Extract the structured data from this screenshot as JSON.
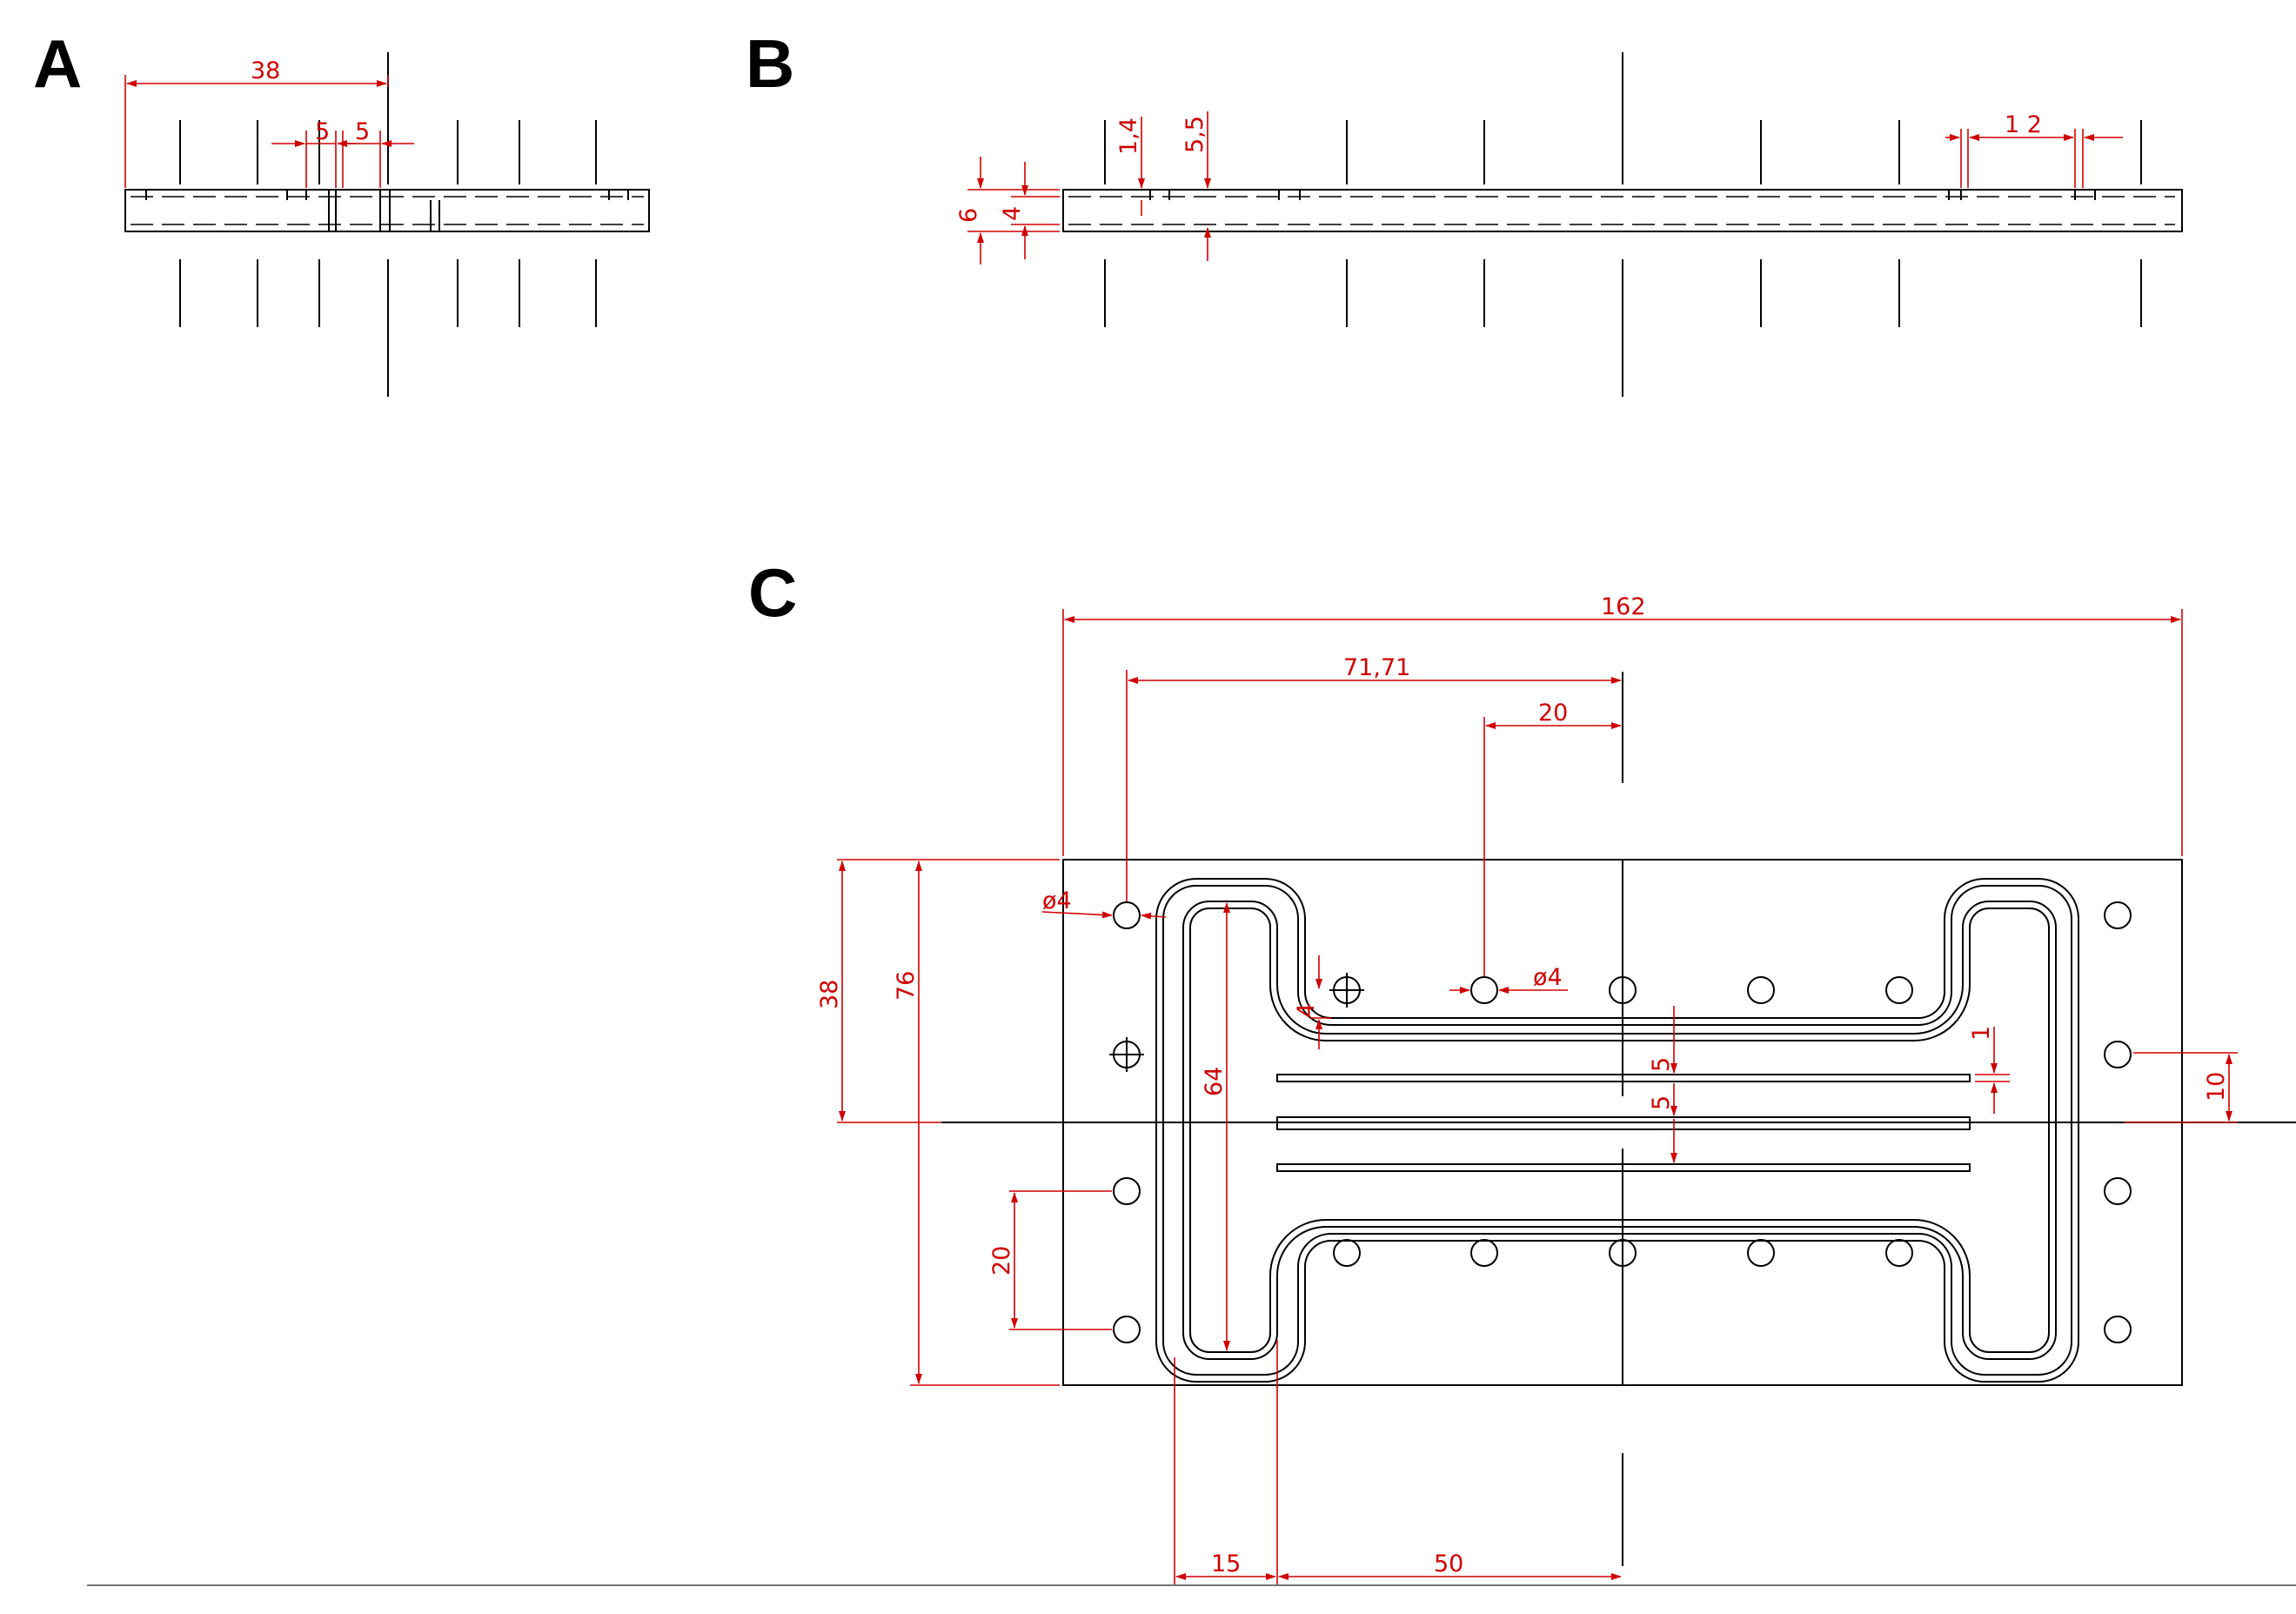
{
  "panels": {
    "a": {
      "label": "A",
      "dims": {
        "width": "38",
        "d1": "5",
        "d2": "5"
      }
    },
    "b": {
      "label": "B",
      "dims": {
        "thick_outer": "6",
        "thick_inner": "4",
        "d14": "1,4",
        "d55": "5,5",
        "d12": "1 2"
      }
    },
    "c": {
      "label": "C",
      "dims": {
        "overall": "162",
        "d7171": "71,71",
        "d20top": "20",
        "phi4a": "ø4",
        "phi4b": "ø4",
        "h38": "38",
        "h76": "76",
        "h64": "64",
        "h20": "20",
        "d4": "4",
        "d5a": "5",
        "d5b": "5",
        "d1": "1",
        "d10": "10",
        "d15": "15",
        "d50": "50"
      }
    }
  }
}
